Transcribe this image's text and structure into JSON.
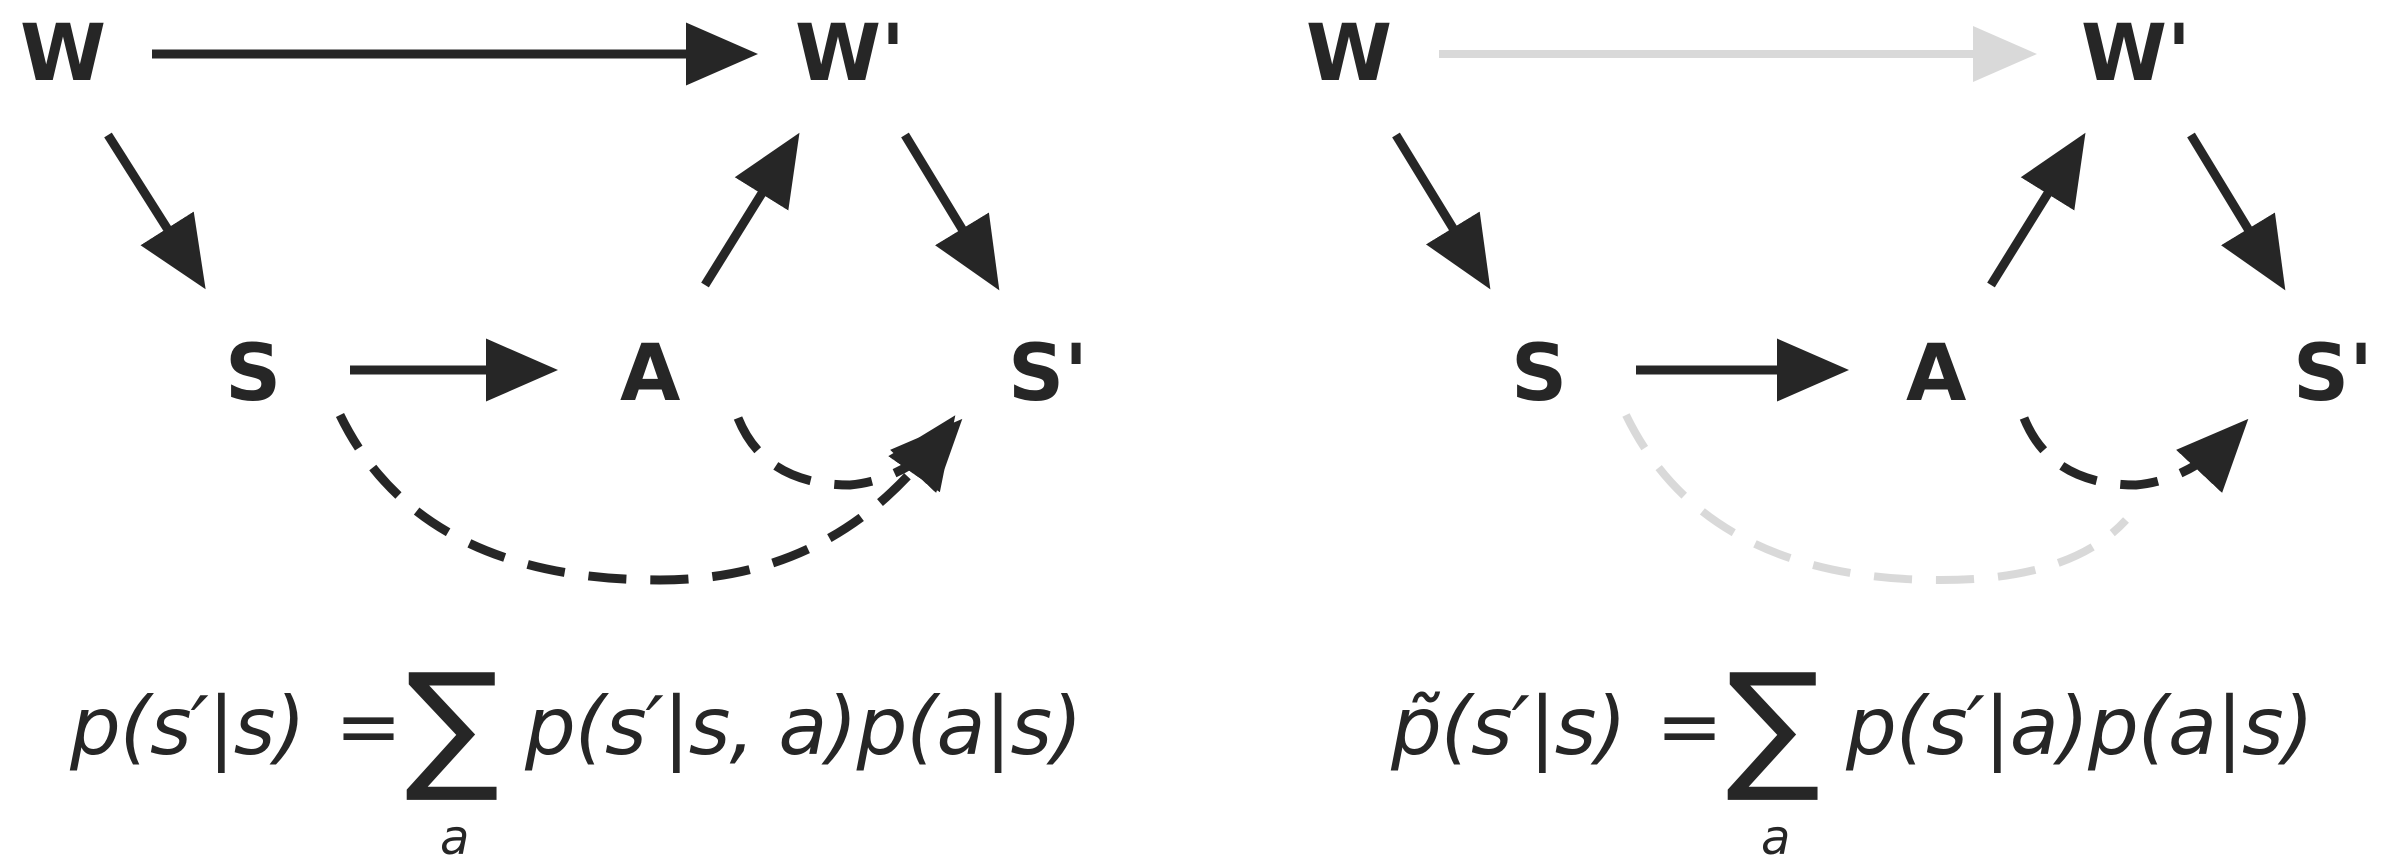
{
  "diagrams": [
    {
      "id": "full",
      "nodes": {
        "W": "W",
        "W_prime": "W'",
        "S": "S",
        "A": "A",
        "S_prime": "S'"
      },
      "edge_colors": {
        "w_to_wprime": "#262626",
        "s_dashed_to_sprime": "#262626",
        "a_dashed_to_sprime": "#262626"
      },
      "equation": {
        "lhs": "p(s′|s)",
        "equals": "=",
        "sum_symbol": "∑",
        "sum_index": "a",
        "rhs": "p(s′|s, a)p(a|s)"
      }
    },
    {
      "id": "reduced",
      "nodes": {
        "W": "W",
        "W_prime": "W'",
        "S": "S",
        "A": "A",
        "S_prime": "S'"
      },
      "edge_colors": {
        "w_to_wprime": "#d9d9d9",
        "s_dashed_to_sprime": "#d9d9d9",
        "a_dashed_to_sprime": "#262626"
      },
      "equation": {
        "lhs": "p̃(s′|s)",
        "equals": "=",
        "sum_symbol": "∑",
        "sum_index": "a",
        "rhs": "p(s′|a)p(a|s)"
      }
    }
  ]
}
